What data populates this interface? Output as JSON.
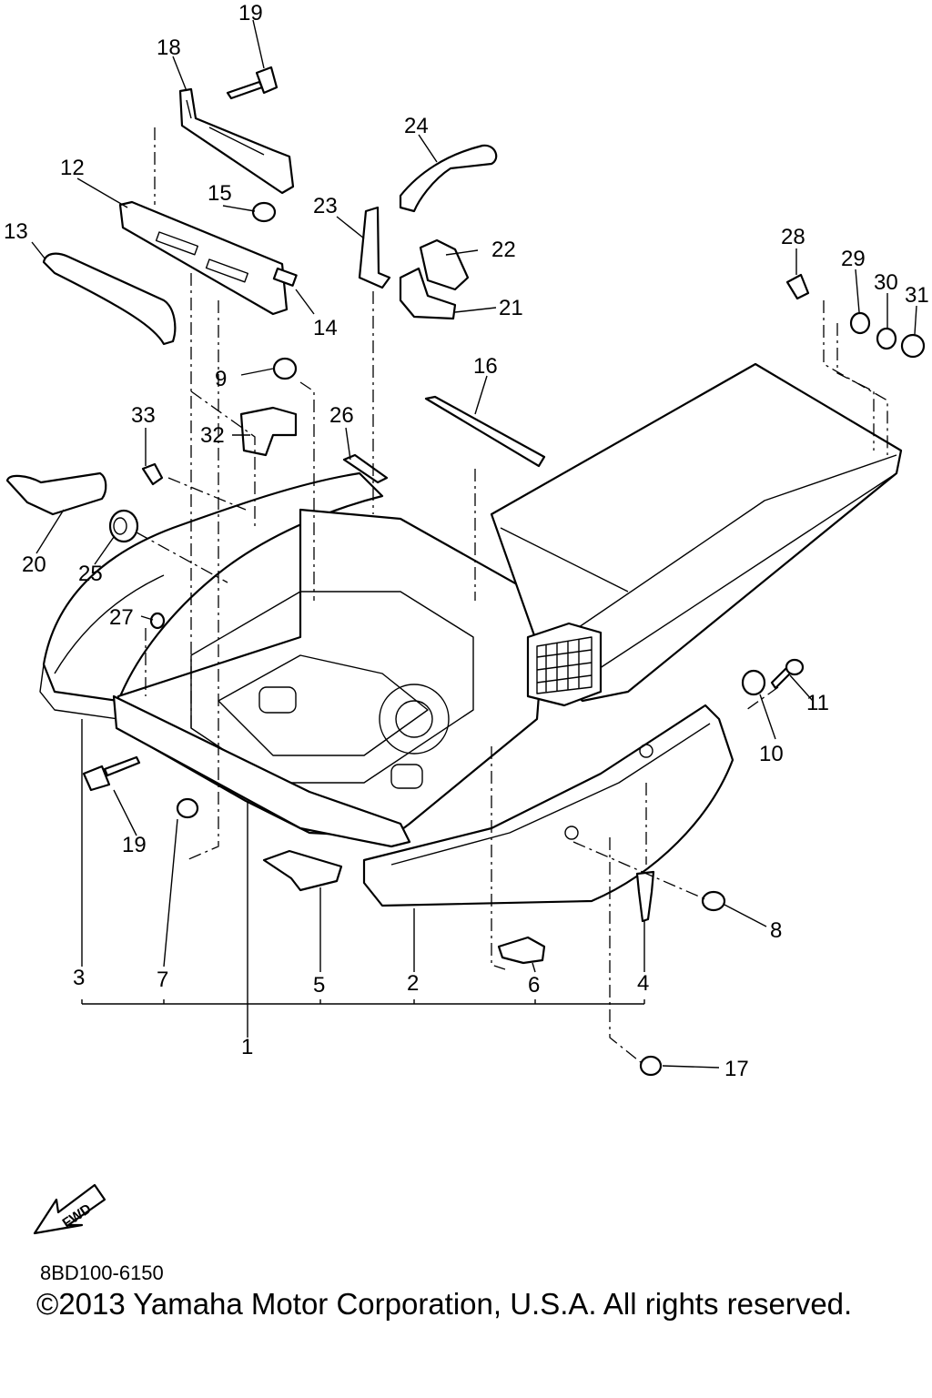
{
  "diagram": {
    "callouts": {
      "c1": "1",
      "c2": "2",
      "c3": "3",
      "c4": "4",
      "c5": "5",
      "c6": "6",
      "c7": "7",
      "c8": "8",
      "c9": "9",
      "c10": "10",
      "c11": "11",
      "c12": "12",
      "c13": "13",
      "c14": "14",
      "c15": "15",
      "c16": "16",
      "c17": "17",
      "c18": "18",
      "c19a": "19",
      "c19b": "19",
      "c20": "20",
      "c21": "21",
      "c22": "22",
      "c23": "23",
      "c24": "24",
      "c25": "25",
      "c26": "26",
      "c27": "27",
      "c28": "28",
      "c29": "29",
      "c30": "30",
      "c31": "31",
      "c32": "32",
      "c33": "33"
    },
    "fwd_label": "FWD",
    "code": "8BD100-6150",
    "copyright": "©2013 Yamaha Motor Corporation, U.S.A. All rights reserved."
  }
}
